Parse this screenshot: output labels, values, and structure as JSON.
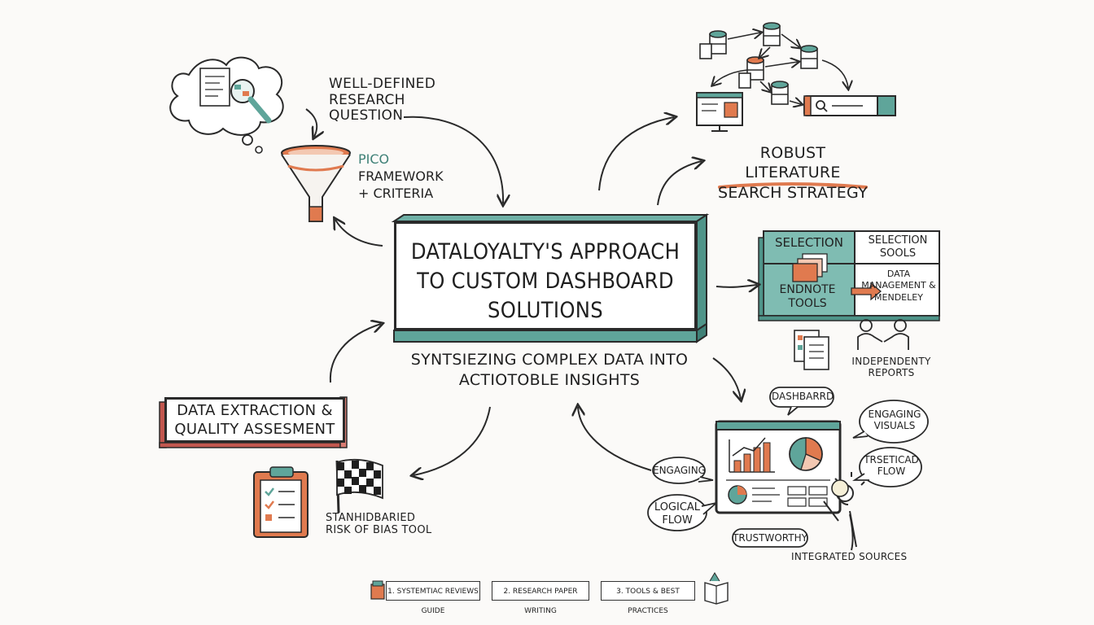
{
  "center": {
    "title": "DATALOYALTY'S APPROACH TO CUSTOM DASHBOARD SOLUTIONS",
    "subtitle": "SYNTSIEZING COMPLEX DATA INTO ACTIOTOBLE INSIGHTS"
  },
  "research_question": "WELL-DEFINED RESEARCH QUESTION",
  "pico": {
    "line1": "PICO",
    "line2": "FRAMEWORK",
    "line3": "+ CRITERIA"
  },
  "literature_search": "ROBUST LITERATURE SEARCH STRATEGY",
  "selection": {
    "left_top": "SELECTION",
    "left_bottom": "ENDNOTE TOOLS",
    "right_top": "SELECTION SOOLS",
    "right_bottom": "DATA MANAGEMENT & MENDELEY"
  },
  "independent_reports": "INDEPENDENTY REPORTS",
  "dashboard": {
    "bubble_dashboard": "DASHBARRD",
    "bubble_engaging_visuals": "ENGAGING VISUALS",
    "bubble_engaging": "ENGAGING",
    "bubble_logical_flow": "LOGICAL FLOW",
    "bubble_treticad_flow": "TRSETICAD FLOW",
    "bubble_trustworthy": "TRUSTWORTHY",
    "integrated_sources": "INTEGRATED SOURCES"
  },
  "data_extraction": "DATA EXTRACTION & QUALITY ASSESMENT",
  "bias_tool": "STANHIDBARIED RISK OF BIAS TOOL",
  "footer": {
    "item1": "1. SYSTEMTIAC REVIEWS GUIDE",
    "item2": "2. RESEARCH PAPER WRITING",
    "item3": "3. TOOLS & BEST PRACTICES"
  },
  "colors": {
    "teal": "#5fa59a",
    "orange": "#e07a4f",
    "red": "#c2574f",
    "ink": "#2a2a2a",
    "background": "#fbfaf8"
  }
}
